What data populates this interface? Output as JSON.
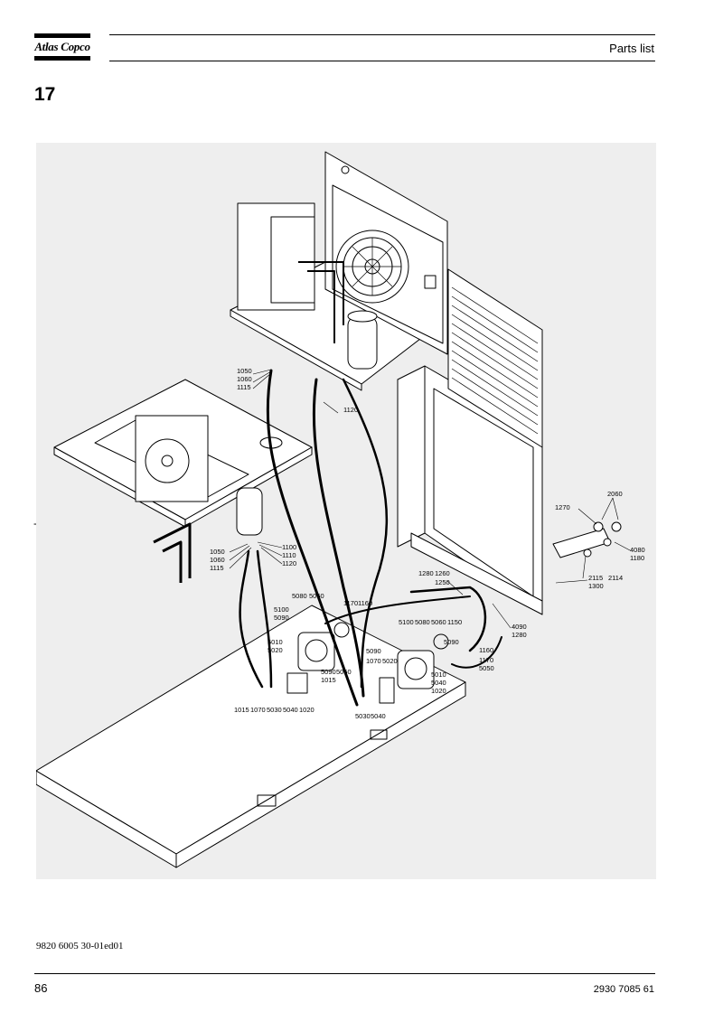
{
  "header": {
    "brand": "Atlas Copco",
    "title": "Parts list"
  },
  "section": {
    "number": "17"
  },
  "side_mark": "-",
  "drawing": {
    "callouts": {
      "c2060": "2060",
      "c1270": "1270",
      "c4080": "4080",
      "c1180": "1180",
      "c2115": "2115",
      "c2114": "2114",
      "c1300": "1300",
      "c1050a": "1050",
      "c1060a": "1060",
      "c1115a": "1115",
      "c1120a": "1120",
      "c1050b": "1050",
      "c1060b": "1060",
      "c1115b": "1115",
      "c1100": "1100",
      "c1110": "1110",
      "c1120b": "1120",
      "c1280a": "1280",
      "c1260": "1260",
      "c1250": "1250",
      "c5080a": "5080",
      "c5060a": "5060",
      "c1170a": "1170",
      "c1160a": "1160",
      "c5100a": "5100",
      "c5090a": "5090",
      "c5010a": "5010",
      "c5020a": "5020",
      "c5090b": "5090",
      "c5050a": "5050",
      "c1015a": "1015",
      "c1015b": "1015",
      "c1070a": "1070",
      "c5030a": "5030",
      "c5040a": "5040",
      "c1020a": "1020",
      "c5100b": "5100",
      "c5080b": "5080",
      "c5060b": "5060",
      "c1150": "1150",
      "c5090c": "5090",
      "c5090d": "5090",
      "c1070b": "1070",
      "c5020b": "5020",
      "c5010b": "5010",
      "c5040b": "5040",
      "c1020b": "1020",
      "c5030b": "5030",
      "c5040c": "5040",
      "c1160b": "1160",
      "c1170b": "1170",
      "c5050b": "5050",
      "c4090": "4090",
      "c1280b": "1280"
    }
  },
  "footer": {
    "doc_code": "9820 6005 30-01ed01",
    "page_number": "86",
    "part_number": "2930 7085 61"
  }
}
